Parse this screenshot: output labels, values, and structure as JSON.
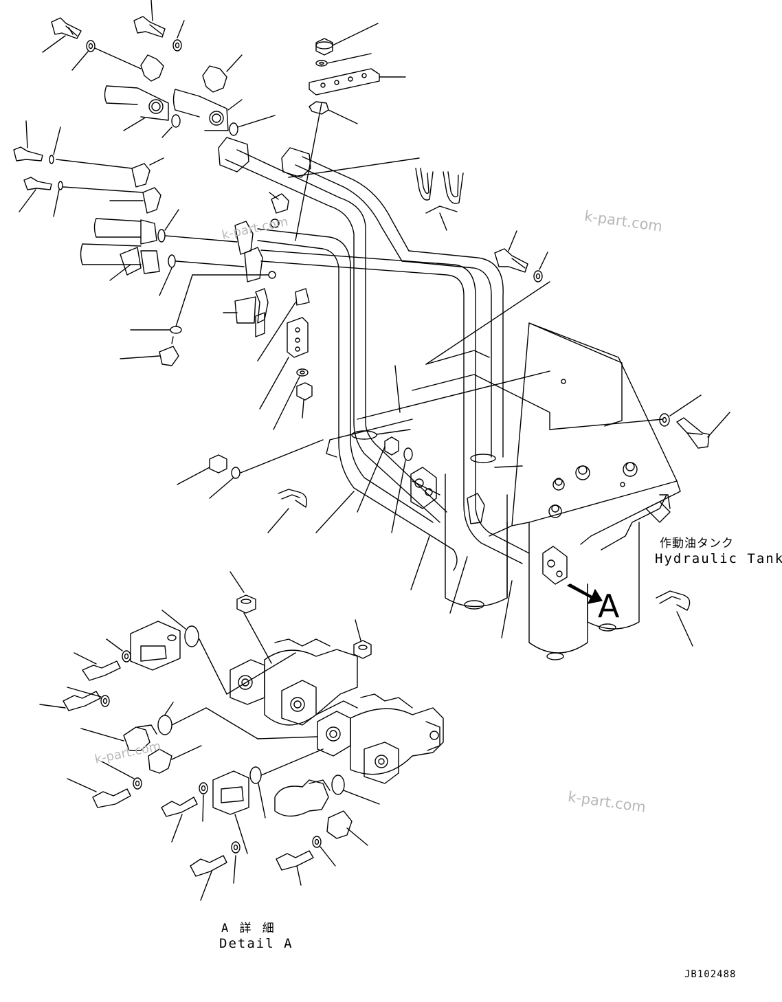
{
  "labels": {
    "tank_jp": "作動油タンク",
    "tank_en": "Hydraulic Tank",
    "detail_jp": "A 詳 細",
    "detail_en": "Detail A",
    "view_arrow": "A",
    "drawing_number": "JB102488"
  },
  "watermarks": [
    "k-part.com",
    "k-part.com",
    "k-part.com",
    "k-part.com"
  ]
}
